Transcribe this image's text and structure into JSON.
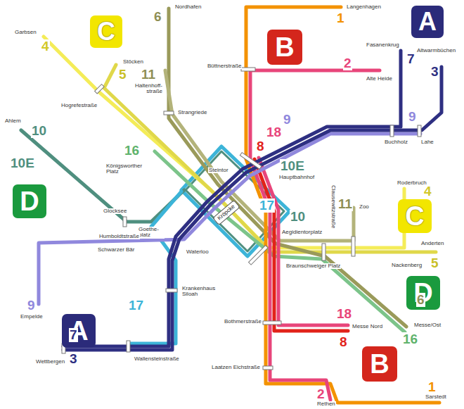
{
  "diagram": {
    "nodes": [
      {
        "text": [
          "C"
        ]
      },
      {
        "text": [
          "B"
        ]
      },
      {
        "text": [
          "A"
        ]
      },
      {
        "text": [
          "D"
        ]
      },
      {
        "text": [
          "Kröpcke"
        ]
      },
      {
        "text": [
          "C"
        ]
      },
      {
        "text": [
          "D"
        ]
      },
      {
        "text": [
          "A"
        ]
      },
      {
        "text": [
          "B"
        ]
      }
    ],
    "labels": [
      "Garbsen",
      "4",
      "6",
      "Nordhafen",
      "11",
      "5",
      "Stöcken",
      "Haltenhoff- straße",
      "Hogrefestraße",
      "Strangriede",
      "16",
      "Königsworther Platz",
      "Ahlem",
      "10",
      "10E",
      "Glocksee",
      "Goethe- platz",
      "Humboldtstraße",
      "Schwarzer Bär",
      "Waterloo",
      "Krankenhaus Siloah",
      "17",
      "Wallensteinstraße",
      "9",
      "Empelde",
      "7",
      "3",
      "Wettbergen",
      "Langenhagen",
      "1",
      "Büttnerstraße",
      "2",
      "Alte Heide",
      "Fasanenkrug",
      "7",
      "Altwarmbüchen",
      "3",
      "9",
      "Buchholz",
      "Lahe",
      "9",
      "18",
      "8",
      "10E",
      "Hauptbahnhof",
      "Steintor",
      "17",
      "Aegidientorplatz",
      "10",
      "11",
      "Zoo",
      "Clausewitzstraße",
      "Roderbruch",
      "4",
      "Anderten",
      "5",
      "Nackenberg",
      "Braunschweiger Platz",
      "6",
      "16",
      "Messe/Ost",
      "18",
      "Messe Nord",
      "8",
      "Bothmerstraße",
      "Laatzen Eichstraße",
      "2",
      "Rethen",
      "1",
      "Sarstedt"
    ]
  }
}
